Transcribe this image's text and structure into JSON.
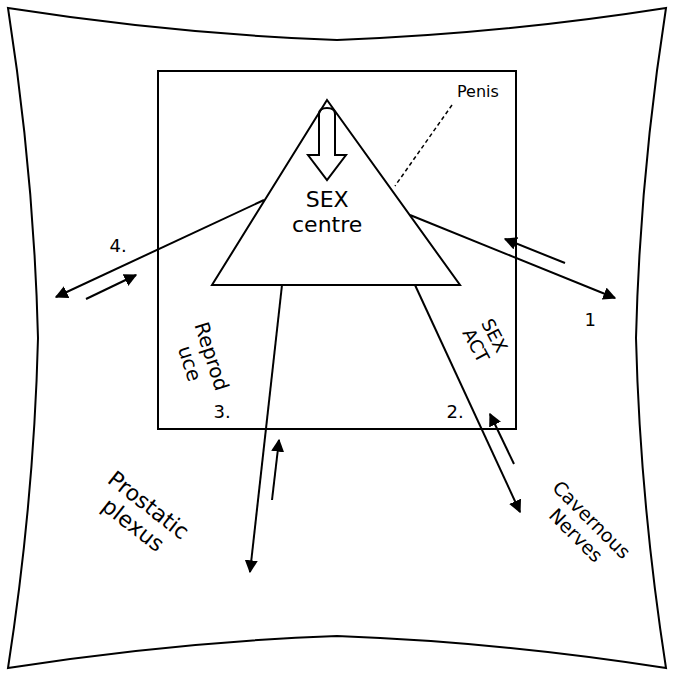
{
  "diagram": {
    "nodes": [
      {
        "text": [
          "Reprod uce",
          "SEX ACT"
        ]
      },
      {
        "text": [
          "SEX centre"
        ],
        "in": 0
      }
    ],
    "labels": [
      "Penis",
      "4.",
      "1",
      "3.",
      "2.",
      "Prostatic plexus",
      "Cavernous Nerves"
    ]
  }
}
